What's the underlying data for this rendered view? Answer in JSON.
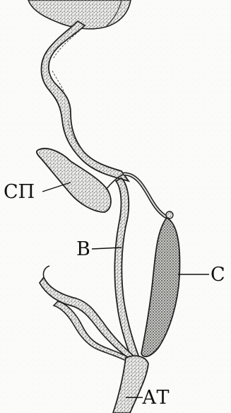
{
  "labels": {
    "sp": "СП",
    "v": "В",
    "c": "С",
    "at": "АТ"
  },
  "colors": {
    "ink": "#111111",
    "stipple": "#555555",
    "paper": "#fbfbf9"
  }
}
